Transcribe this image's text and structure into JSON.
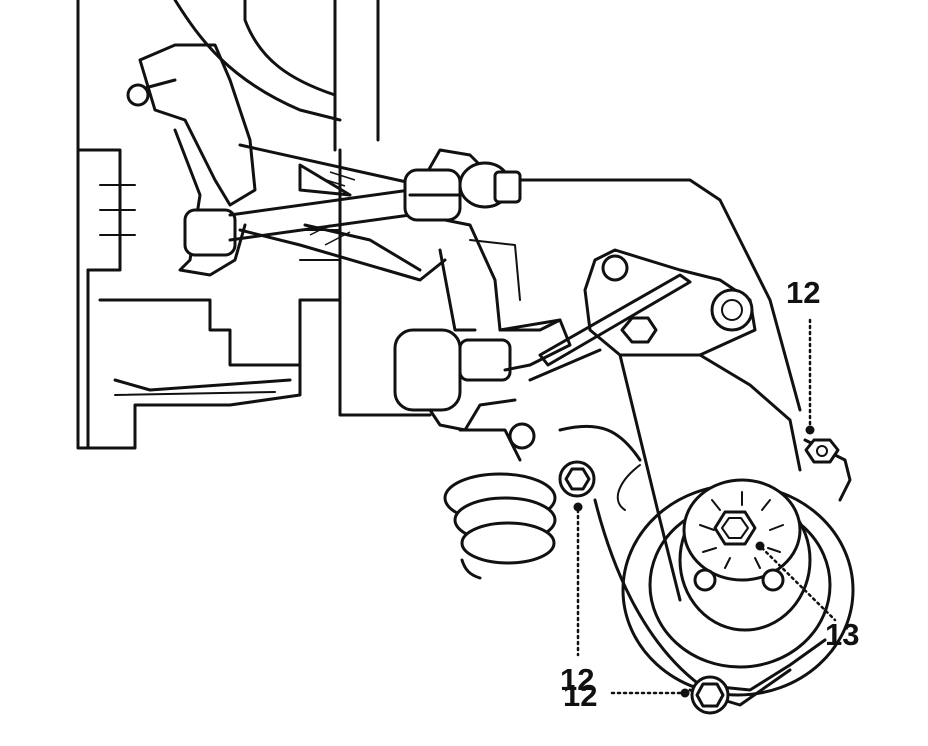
{
  "callouts": {
    "top_right": "12",
    "left_lower": "12",
    "bottom": "12",
    "mount_nut": "13"
  }
}
